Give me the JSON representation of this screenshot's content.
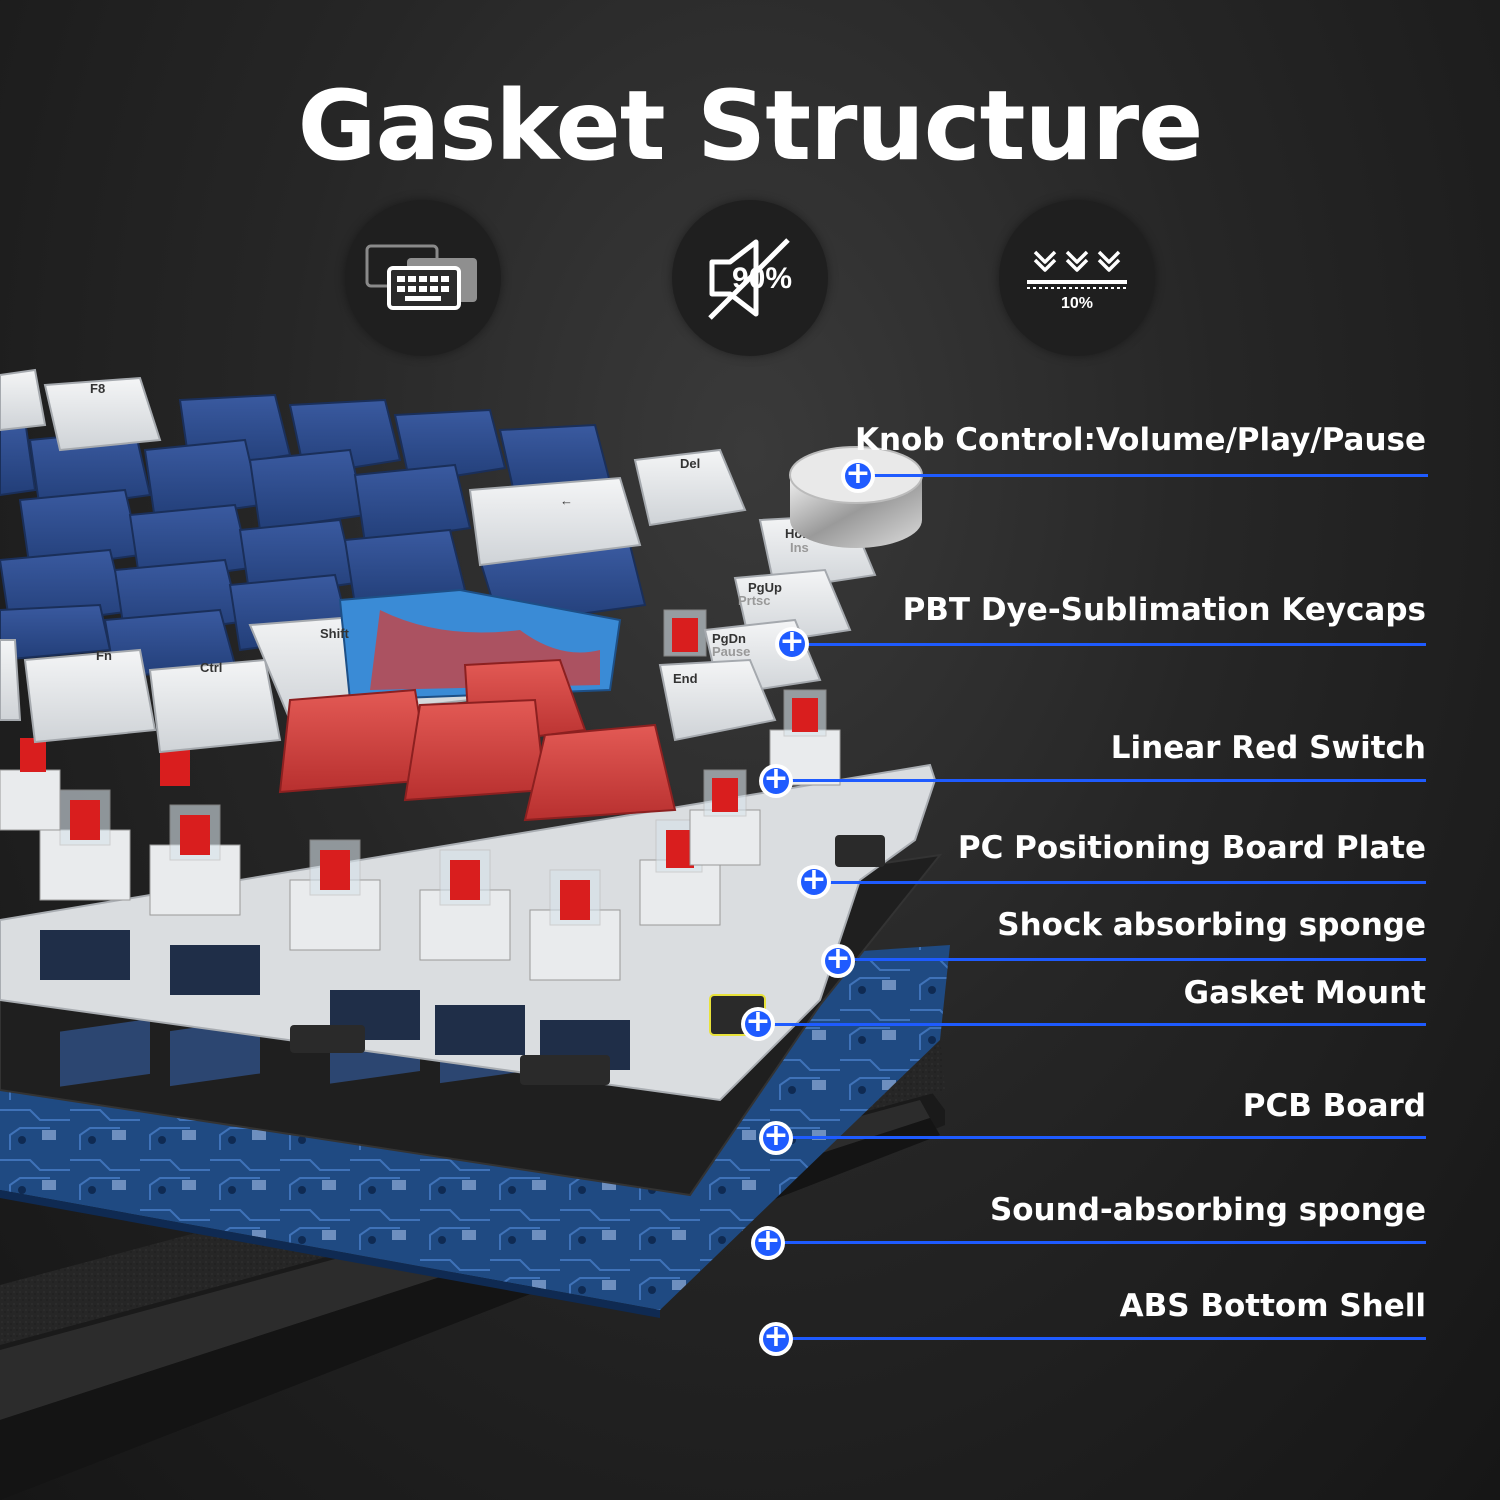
{
  "title": "Gasket Structure",
  "icons": [
    {
      "name": "keyboard-layers-icon",
      "label": ""
    },
    {
      "name": "noise-reduction-icon",
      "label": "90%"
    },
    {
      "name": "compression-icon",
      "label": "10%"
    }
  ],
  "callouts": [
    {
      "label": "Knob Control:Volume/Play/Pause"
    },
    {
      "label": "PBT Dye-Sublimation Keycaps"
    },
    {
      "label": "Linear Red Switch"
    },
    {
      "label": "PC Positioning Board Plate"
    },
    {
      "label": "Shock absorbing sponge"
    },
    {
      "label": "Gasket Mount"
    },
    {
      "label": "PCB Board"
    },
    {
      "label": "Sound-absorbing sponge"
    },
    {
      "label": "ABS Bottom Shell"
    }
  ],
  "colors": {
    "accent": "#1e5bff",
    "keycap_navy": "#2c4a8a",
    "keycap_white": "#e6e8ea",
    "keycap_red": "#d23a3a",
    "pcb_blue": "#1d3f73",
    "plate": "#d9dcdf"
  }
}
